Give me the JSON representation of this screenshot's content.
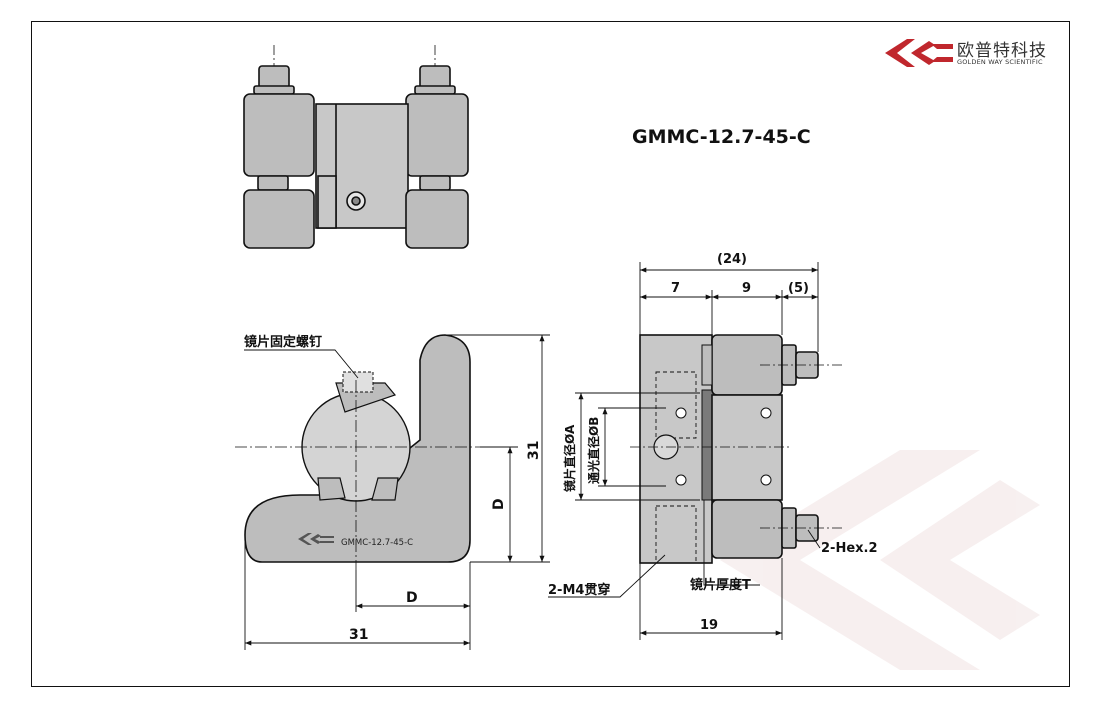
{
  "logo": {
    "brand_cn": "欧普特科技",
    "brand_en": "GOLDEN WAY SCIENTIFIC",
    "color": "#c0272d"
  },
  "drawing": {
    "title": "GMMC-12.7-45-C",
    "engraving": "GMMC-12.7-45-C",
    "labels": {
      "mirror_screw": "镜片固定螺钉",
      "mirror_dia": "镜片直径ØA",
      "aperture_dia": "通光直径ØB",
      "thread": "2-M4贯穿",
      "mirror_thickness": "镜片厚度T",
      "hex": "2-Hex.2"
    },
    "dims": {
      "overall": "(24)",
      "seg1": "7",
      "seg2": "9",
      "seg3": "(5)",
      "depth": "19",
      "height": "31",
      "width": "31",
      "d_vertical": "D",
      "d_horizontal": "D"
    }
  },
  "colors": {
    "line": "#111111",
    "fill_gray": "#bdbdbd",
    "fill_light": "#d9d9d9",
    "watermark": "#f3e9e9"
  }
}
